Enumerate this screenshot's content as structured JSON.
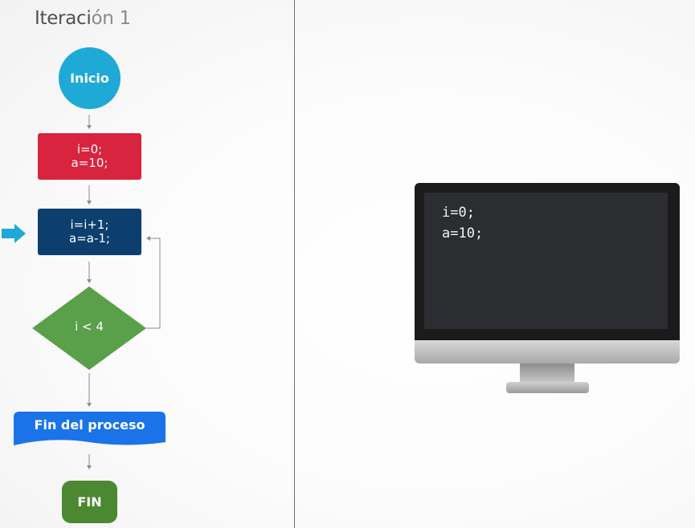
{
  "title": {
    "main": "Iteraci",
    "faded": "ón 1"
  },
  "flowchart": {
    "start_label": "Inicio",
    "init_lines": [
      "i=0;",
      "a=10;"
    ],
    "update_lines": [
      "i=i+1;",
      "a=a-1;"
    ],
    "condition": "i < 4",
    "process_end": "Fin del proceso",
    "end_label": "FIN"
  },
  "computer": {
    "output_lines": [
      "i=0;",
      "a=10;"
    ]
  },
  "colors": {
    "start": "#1ea9d6",
    "init": "#d9243f",
    "update": "#0c3f6e",
    "condition": "#5aa04a",
    "process_end": "#1a73e8",
    "end": "#4c8731",
    "current_step_arrow": "#1ea9d6"
  }
}
